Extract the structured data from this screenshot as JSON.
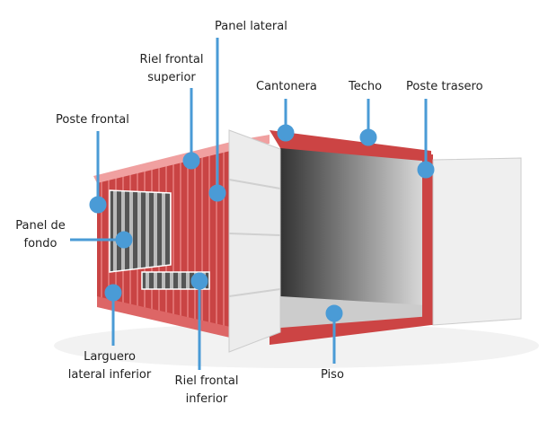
{
  "labels": {
    "panel_lateral": "Panel lateral",
    "riel_frontal_superior_1": "Riel frontal",
    "riel_frontal_superior_2": "superior",
    "cantonera": "Cantonera",
    "techo": "Techo",
    "poste_trasero": "Poste trasero",
    "poste_frontal": "Poste frontal",
    "panel_de_fondo_1": "Panel de",
    "panel_de_fondo_2": "fondo",
    "larguero_1": "Larguero",
    "larguero_2": "lateral inferior",
    "riel_frontal_inferior_1": "Riel frontal",
    "riel_frontal_inferior_2": "inferior",
    "piso": "Piso"
  },
  "colors": {
    "accent": "#4a9bd6",
    "container": "#cc4646",
    "door": "#eeeeee"
  }
}
